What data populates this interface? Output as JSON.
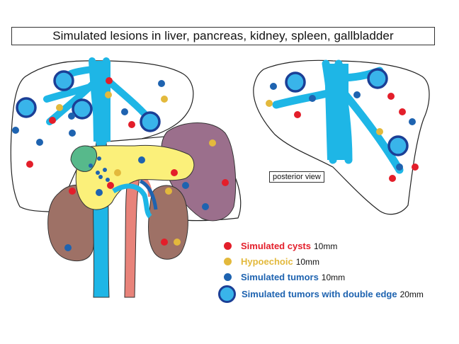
{
  "title": "Simulated lesions in liver, pancreas, kidney, spleen, gallbladder",
  "inset_label": "posterior view",
  "colors": {
    "cyst": "#e31e2a",
    "hypoechoic": "#e3b93c",
    "tumor": "#1e63b0",
    "tumor_double_fill": "#39b4ea",
    "tumor_double_edge": "#1b3f96",
    "vessel": "#1eb6e6",
    "artery": "#e8837a",
    "pancreas": "#fbf07a",
    "gallbladder": "#57b98b",
    "kidney": "#9e7166",
    "spleen": "#9b6f8c"
  },
  "legend": [
    {
      "key": "cyst",
      "label": "Simulated cysts",
      "size": "10mm"
    },
    {
      "key": "hypoechoic",
      "label": "Hypoechoic",
      "size": "10mm"
    },
    {
      "key": "tumor",
      "label": "Simulated tumors",
      "size": "10mm"
    },
    {
      "key": "tumor_double",
      "label": "Simulated tumors with double edge",
      "size": "20mm"
    }
  ]
}
